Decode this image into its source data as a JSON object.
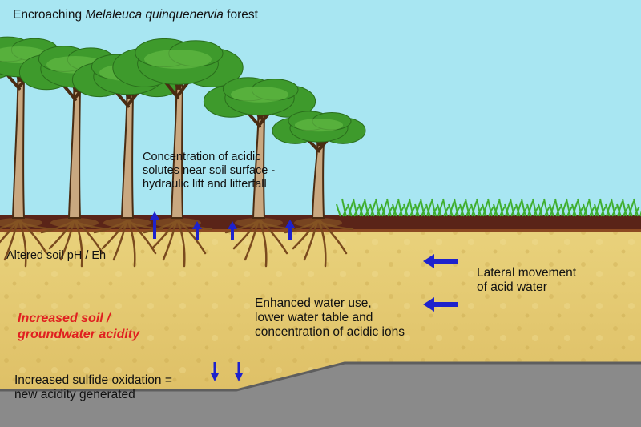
{
  "title": {
    "prefix": "Encroaching",
    "species": "Melaleuca quinquenervia",
    "suffix": "forest"
  },
  "labels": {
    "surface_concentration": [
      "Concentration of acidic",
      "solutes near soil surface -",
      "hydraulic lift and litterfall"
    ],
    "altered_soil": "Altered soil pH / Eh",
    "lateral_movement": [
      "Lateral movement",
      "of acid water"
    ],
    "acidity": [
      "Increased soil /",
      "groundwater acidity"
    ],
    "water_use": [
      "Enhanced water use,",
      "lower water table and",
      "concentration of acidic ions"
    ],
    "sulfide": [
      "Increased sulfide oxidation =",
      "new acidity generated"
    ]
  },
  "colors": {
    "sky": "#a8e6f2",
    "soil": "#e3c76d",
    "topsoil": "#5a2418",
    "bedrock": "#8a8a8a",
    "canopy": "#3e9a2c",
    "arrow": "#1e22cc",
    "acidity_text": "#e02020"
  },
  "icons": {
    "up_arrow": "up-arrow-icon",
    "left_arrow": "left-arrow-icon",
    "down_arrow": "down-arrow-icon"
  }
}
